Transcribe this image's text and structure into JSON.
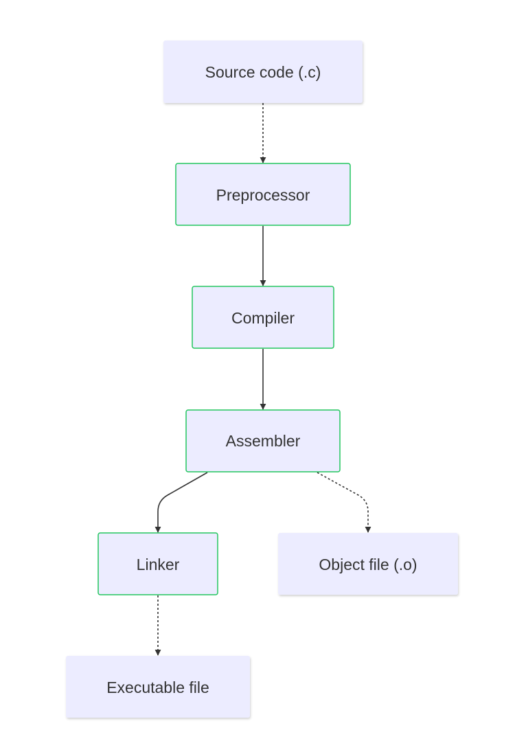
{
  "nodes": {
    "source": "Source code (.c)",
    "preprocessor": "Preprocessor",
    "compiler": "Compiler",
    "assembler": "Assembler",
    "linker": "Linker",
    "object": "Object file (.o)",
    "executable": "Executable file"
  },
  "edges": [
    {
      "from": "source",
      "to": "preprocessor",
      "style": "dotted"
    },
    {
      "from": "preprocessor",
      "to": "compiler",
      "style": "solid"
    },
    {
      "from": "compiler",
      "to": "assembler",
      "style": "solid"
    },
    {
      "from": "assembler",
      "to": "linker",
      "style": "solid"
    },
    {
      "from": "assembler",
      "to": "object",
      "style": "dotted"
    },
    {
      "from": "linker",
      "to": "executable",
      "style": "dotted"
    }
  ],
  "colors": {
    "node_fill": "#ececff",
    "process_border": "#22c55e",
    "edge": "#333333",
    "text": "#333333"
  }
}
